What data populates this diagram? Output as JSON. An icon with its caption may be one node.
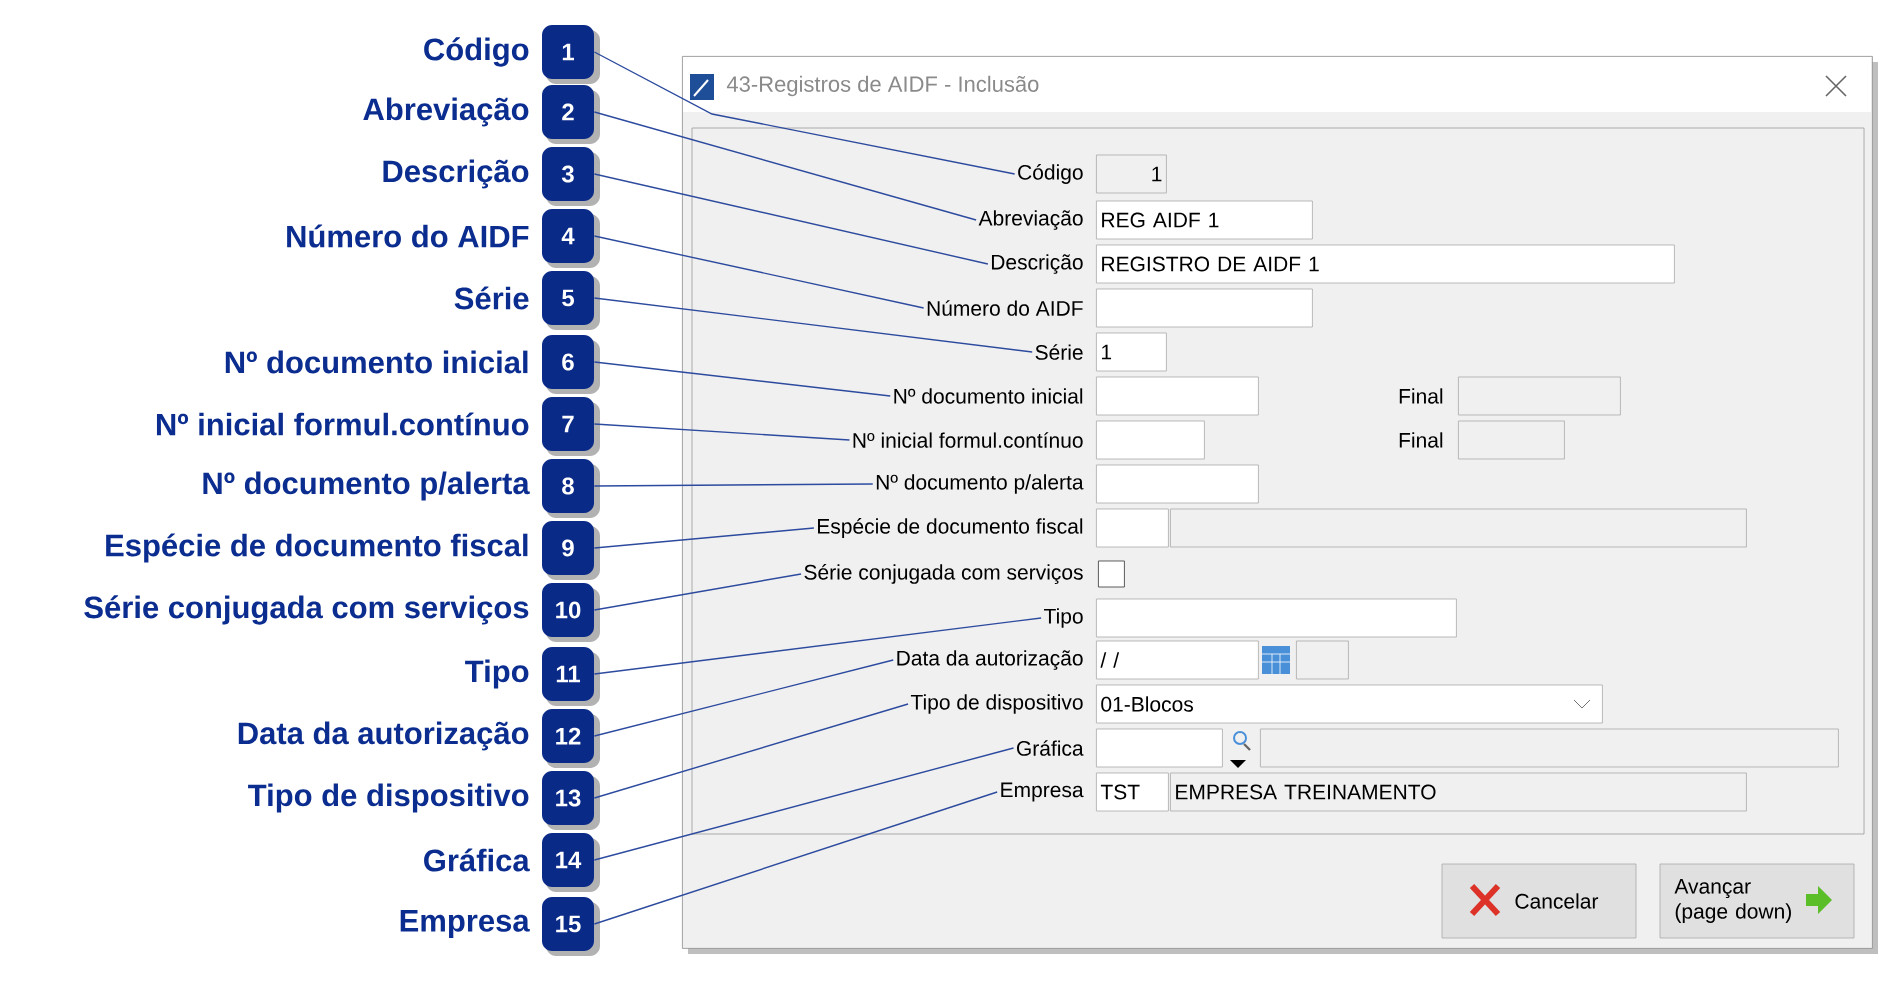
{
  "diagram": {
    "nodes": [
      {
        "text": [
          "1"
        ],
        "beside": [
          "Código"
        ]
      },
      {
        "text": [
          "2"
        ],
        "beside": [
          "Abreviação"
        ]
      },
      {
        "text": [
          "3"
        ],
        "beside": [
          "Descrição"
        ]
      },
      {
        "text": [
          "4"
        ],
        "beside": [
          "Número do AIDF"
        ]
      },
      {
        "text": [
          "5"
        ],
        "beside": [
          "Série"
        ]
      },
      {
        "text": [
          "6"
        ],
        "beside": [
          "Nº documento inicial"
        ]
      },
      {
        "text": [
          "7"
        ],
        "beside": [
          "Nº inicial formul.contínuo"
        ]
      },
      {
        "text": [
          "8"
        ],
        "beside": [
          "Nº documento p/alerta"
        ]
      },
      {
        "text": [
          "9"
        ],
        "beside": [
          "Espécie de documento fiscal"
        ]
      },
      {
        "text": [
          "10"
        ],
        "beside": [
          "Série conjugada com serviços"
        ]
      },
      {
        "text": [
          "11"
        ],
        "beside": [
          "Tipo"
        ]
      },
      {
        "text": [
          "12"
        ],
        "beside": [
          "Data da autorização"
        ]
      },
      {
        "text": [
          "13"
        ],
        "beside": [
          "Tipo de dispositivo"
        ]
      },
      {
        "text": [
          "14"
        ],
        "beside": [
          "Gráfica"
        ]
      },
      {
        "text": [
          "15"
        ],
        "beside": [
          "Empresa"
        ]
      },
      {
        "text": [
          "43-Registros de AIDF - Inclusão"
        ]
      },
      {
        "text": [
          "Código"
        ],
        "in": 15
      },
      {
        "text": [
          "1"
        ],
        "in": 15
      },
      {
        "text": [
          "Abreviação"
        ],
        "in": 15
      },
      {
        "text": [
          "REG AIDF 1"
        ],
        "in": 15
      },
      {
        "text": [
          "Descrição"
        ],
        "in": 15
      },
      {
        "text": [
          "REGISTRO DE AIDF 1"
        ],
        "in": 15
      },
      {
        "text": [
          "Número do AIDF"
        ],
        "in": 15
      },
      {
        "text": [],
        "shape": "box",
        "in": 15
      },
      {
        "text": [
          "Série"
        ],
        "in": 15
      },
      {
        "text": [
          "1"
        ],
        "in": 15
      },
      {
        "text": [
          "Nº documento inicial"
        ],
        "in": 15
      },
      {
        "text": [],
        "shape": "box",
        "in": 15
      },
      {
        "text": [],
        "shape": "box",
        "in": 15
      },
      {
        "text": [
          "Nº inicial formul.contínuo"
        ],
        "in": 15
      },
      {
        "text": [],
        "shape": "box",
        "in": 15
      },
      {
        "text": [],
        "shape": "box",
        "in": 15
      },
      {
        "text": [
          "Nº documento p/alerta"
        ],
        "in": 15
      },
      {
        "text": [],
        "shape": "box",
        "in": 15
      },
      {
        "text": [
          "Espécie de documento fiscal"
        ],
        "in": 15
      },
      {
        "text": [],
        "shape": "box",
        "in": 15
      },
      {
        "text": [],
        "shape": "box",
        "in": 15
      },
      {
        "text": [
          "Série conjugada com serviços"
        ],
        "in": 15
      },
      {
        "text": [],
        "shape": "box",
        "in": 15
      },
      {
        "text": [
          "Tipo"
        ],
        "in": 15
      },
      {
        "text": [],
        "shape": "box",
        "in": 15
      },
      {
        "text": [
          "Data da autorização"
        ],
        "in": 15
      },
      {
        "text": [
          "/ /"
        ],
        "in": 15
      },
      {
        "text": [],
        "shape": "box",
        "in": 15
      },
      {
        "text": [
          "Tipo de dispositivo"
        ],
        "in": 15
      },
      {
        "text": [
          "01-Blocos"
        ],
        "in": 15
      },
      {
        "text": [
          "Gráfica"
        ],
        "in": 15
      },
      {
        "text": [],
        "shape": "box",
        "in": 15
      },
      {
        "text": [],
        "shape": "box",
        "in": 15
      },
      {
        "text": [
          "Empresa"
        ],
        "in": 15
      },
      {
        "text": [
          "TST"
        ],
        "in": 15
      },
      {
        "text": [
          "EMPRESA TREINAMENTO"
        ],
        "in": 15
      },
      {
        "text": [
          "Cancelar"
        ],
        "in": 15
      },
      {
        "text": [
          "Avançar (page down)"
        ],
        "in": 15
      }
    ],
    "edges": [
      {
        "from": 0,
        "to": 16,
        "arrow": "none"
      },
      {
        "from": 1,
        "to": 18,
        "arrow": "none"
      },
      {
        "from": 2,
        "to": 20,
        "arrow": "none"
      },
      {
        "from": 3,
        "to": 22,
        "arrow": "none"
      },
      {
        "from": 4,
        "to": 24,
        "arrow": "none"
      },
      {
        "from": 5,
        "to": 26,
        "arrow": "none"
      },
      {
        "from": 6,
        "to": 29,
        "arrow": "none"
      },
      {
        "from": 7,
        "to": 32,
        "arrow": "none"
      },
      {
        "from": 8,
        "to": 34,
        "arrow": "none"
      },
      {
        "from": 9,
        "to": 37,
        "arrow": "none"
      },
      {
        "from": 10,
        "to": 39,
        "arrow": "none"
      },
      {
        "from": 11,
        "to": 41,
        "arrow": "none"
      },
      {
        "from": 12,
        "to": 44,
        "arrow": "none"
      },
      {
        "from": 13,
        "to": 46,
        "arrow": "none"
      },
      {
        "from": 14,
        "to": 49,
        "arrow": "none"
      }
    ],
    "labels": [
      "Final",
      "Final"
    ]
  }
}
